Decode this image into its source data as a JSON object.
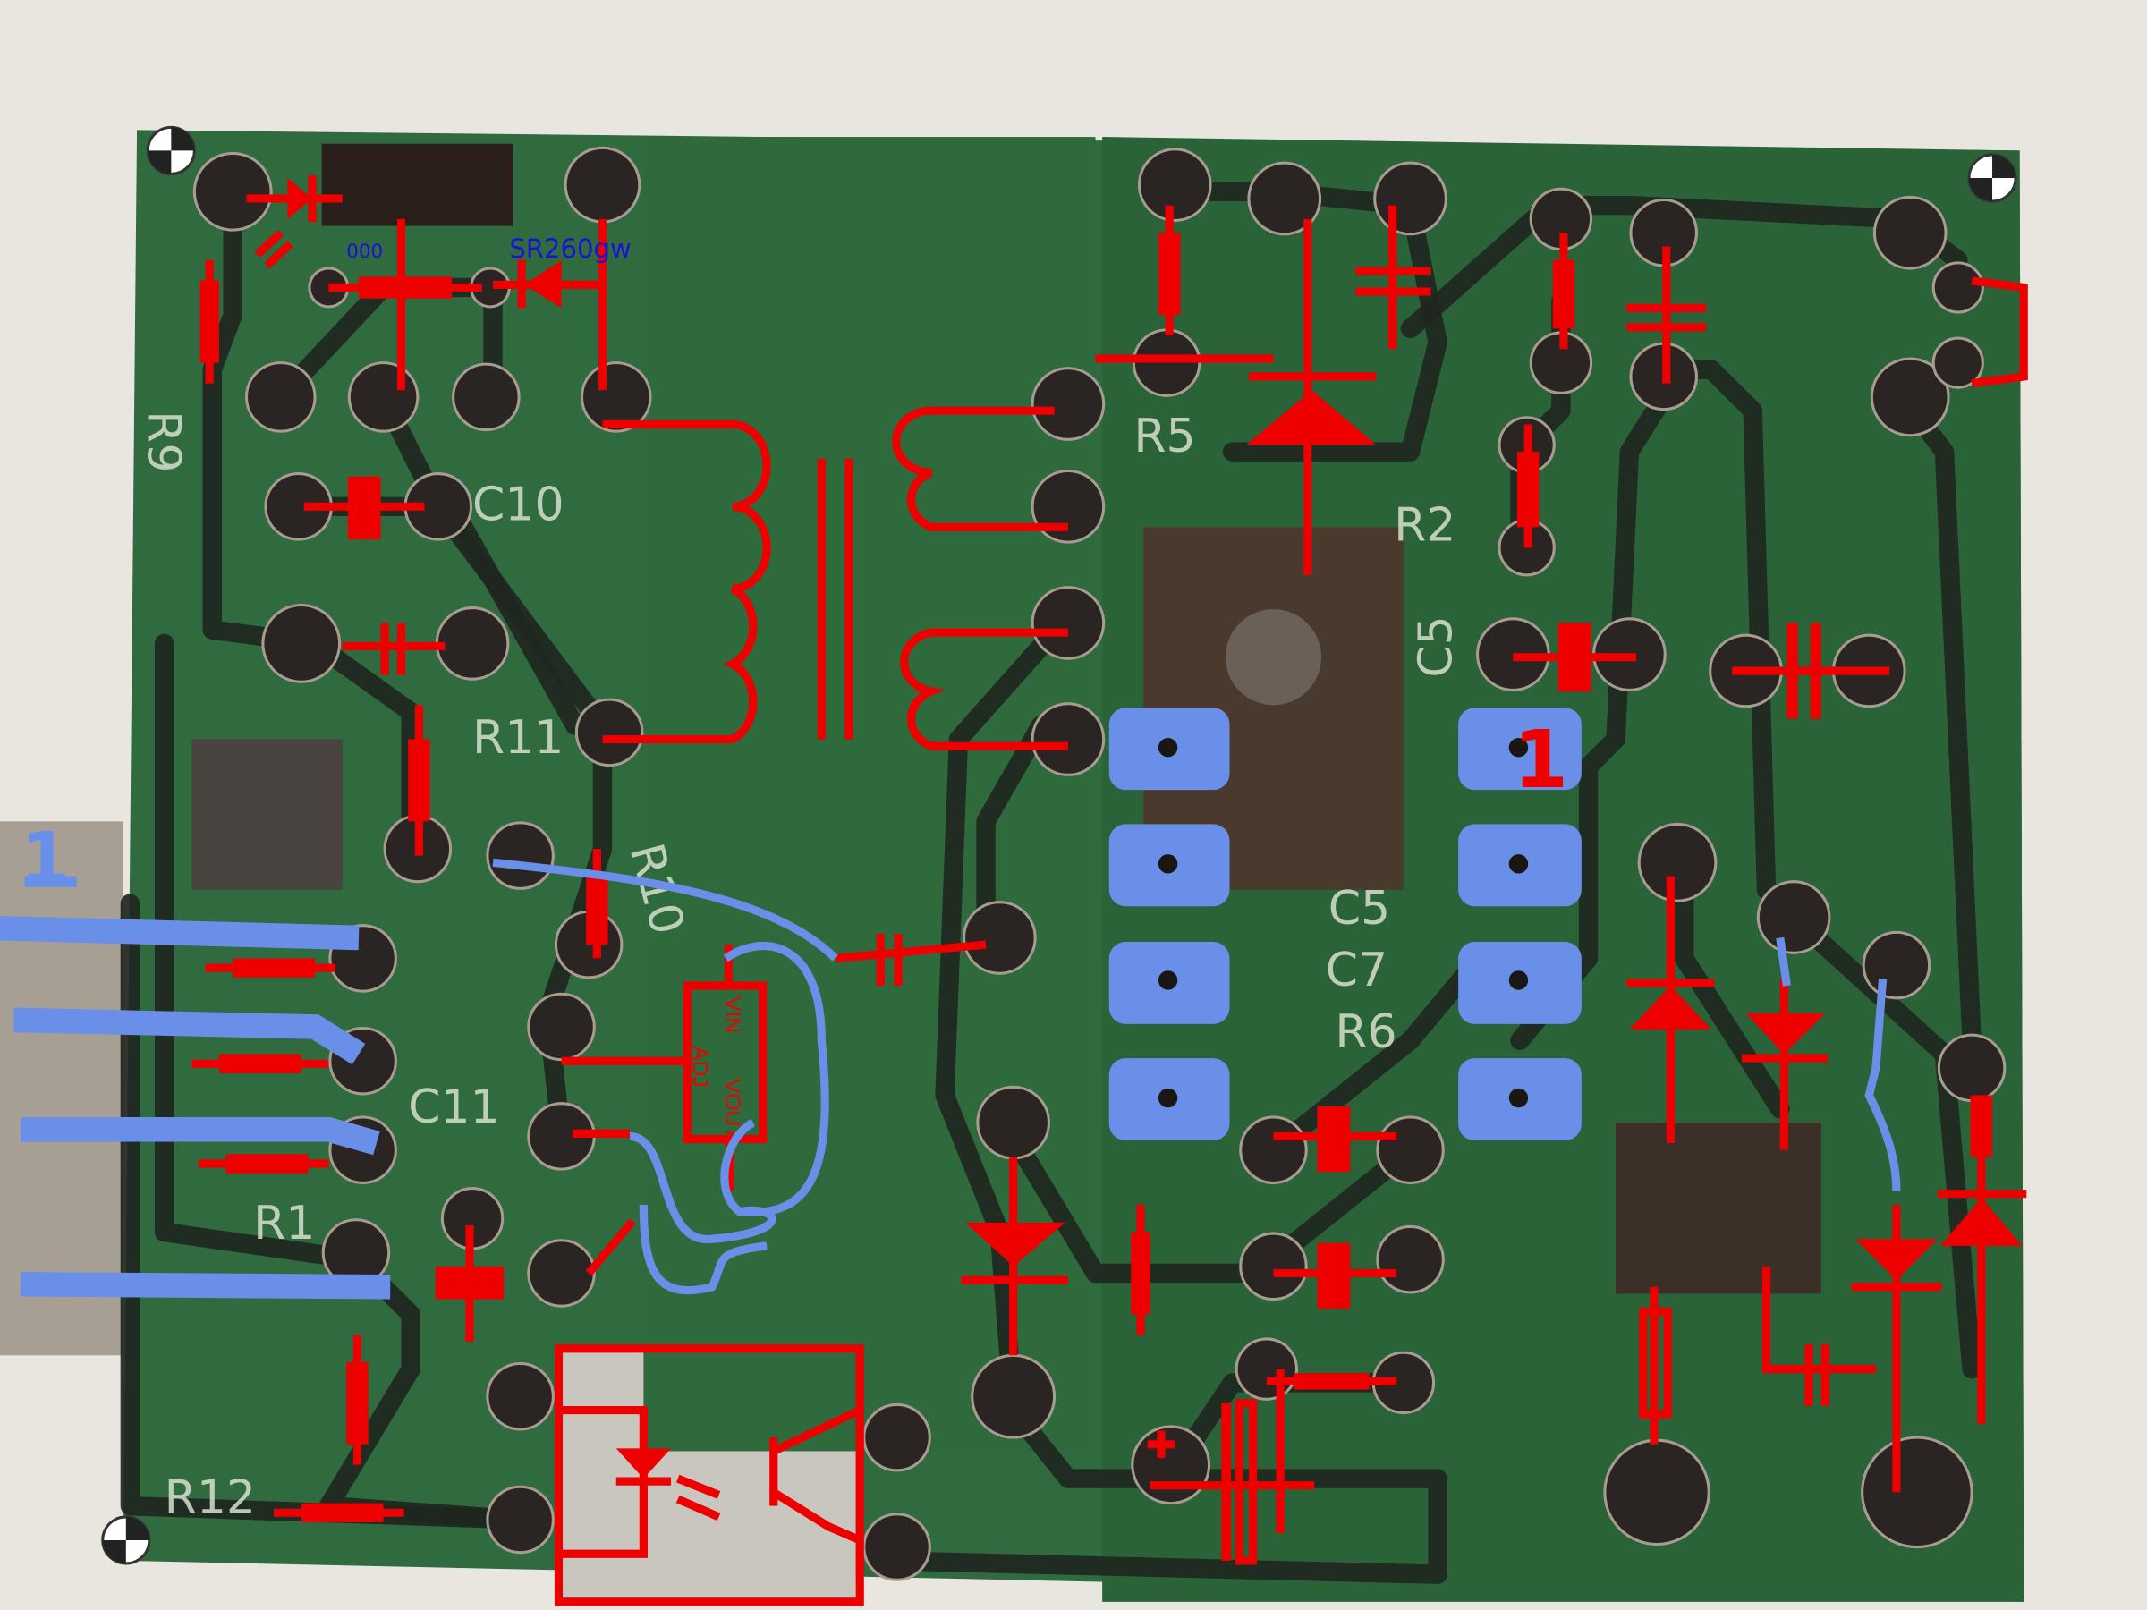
{
  "colors": {
    "pcb_green": "#2f6b3e",
    "trace_dark": "#1f2620",
    "schematic_red": "#ee0000",
    "pad_blue": "#6a8fe8",
    "label_blue": "#1a10d8",
    "background": "#e8e6df"
  },
  "annotations": {
    "resistor_code": "000",
    "diode_part": "SR260gw",
    "pin1_left": "1",
    "pin1_right": "1",
    "regulator": {
      "vin": "VIN",
      "adj": "ADJ",
      "vout": "VOUT"
    }
  },
  "silkscreen": {
    "c10": "C10",
    "r11": "R11",
    "r10": "R10",
    "c11": "C11",
    "r5": "R5",
    "r2": "R2",
    "c5_top": "C5",
    "c5_bottom": "C5",
    "c7": "C7",
    "r6": "R6",
    "r12": "R12",
    "r9": "R9",
    "r1": "R1"
  },
  "icons": [
    "mounting-hole-icon",
    "transformer-symbol",
    "diode-symbol",
    "capacitor-symbol",
    "resistor-symbol",
    "optocoupler-symbol",
    "regulator-symbol"
  ]
}
